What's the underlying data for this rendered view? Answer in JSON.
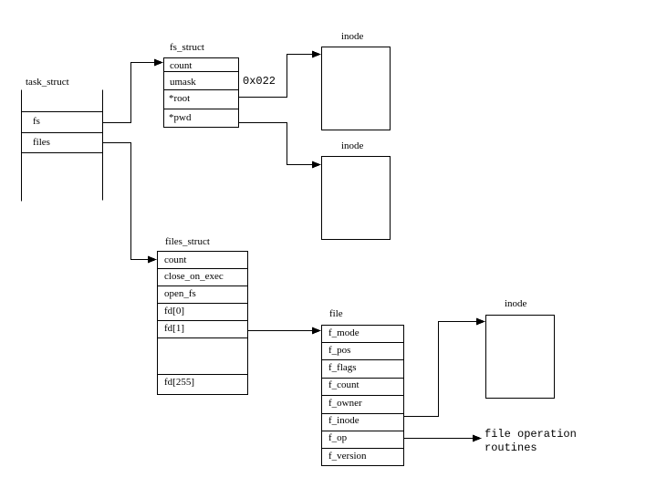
{
  "diagram": {
    "task_struct": {
      "title": "task_struct",
      "fields": [
        "fs",
        "files"
      ]
    },
    "fs_struct": {
      "title": "fs_struct",
      "fields": [
        "count",
        "umask",
        "*root",
        "*pwd"
      ]
    },
    "files_struct": {
      "title": "files_struct",
      "fields": [
        "count",
        "close_on_exec",
        "open_fs",
        "fd[0]",
        "fd[1]",
        "fd[255]"
      ]
    },
    "file_struct": {
      "title": "file",
      "fields": [
        "f_mode",
        "f_pos",
        "f_flags",
        "f_count",
        "f_owner",
        "f_inode",
        "f_op",
        "f_version"
      ]
    },
    "inode_boxes": {
      "top": "inode",
      "middle": "inode",
      "bottom": "inode"
    },
    "annotations": {
      "umask_value": "0x022",
      "file_op_note": "file operation routines"
    },
    "colors": {
      "line": "#000000",
      "background": "#ffffff"
    }
  }
}
